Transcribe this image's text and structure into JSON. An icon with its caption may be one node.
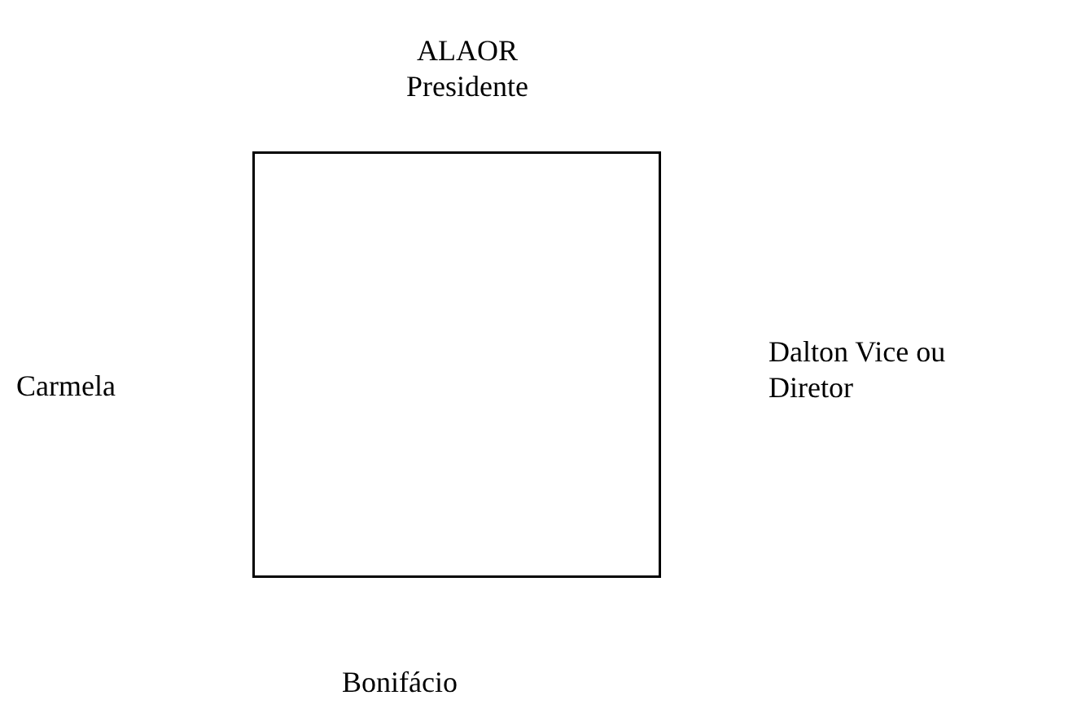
{
  "diagram": {
    "nodes": [
      {
        "text": [],
        "shape": "box"
      }
    ],
    "labels": [
      "ALAOR Presidente",
      "Carmela",
      "Dalton Vice ou Diretor",
      "Bonifácio"
    ]
  }
}
